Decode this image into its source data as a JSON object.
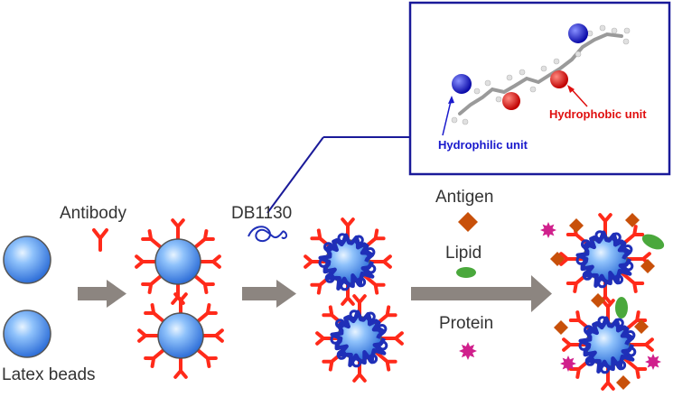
{
  "labels": {
    "antibody": "Antibody",
    "db1130": "DB1130",
    "antigen": "Antigen",
    "lipid": "Lipid",
    "protein": "Protein",
    "latex_beads": "Latex beads"
  },
  "inset": {
    "hydrophilic_unit": "Hydrophilic unit",
    "hydrophobic_unit": "Hydrophobic unit"
  },
  "colors": {
    "bead": "#5b9bf0",
    "antibody": "#ff2a1a",
    "polymer": "#1f2fb8",
    "antigen": "#c8500a",
    "lipid": "#4aa83c",
    "protein": "#d0208c",
    "arrow": "#8c8580",
    "hydrophilic": "#1a1acc",
    "hydrophobic": "#e01010",
    "inset_border": "#1a1a99"
  }
}
